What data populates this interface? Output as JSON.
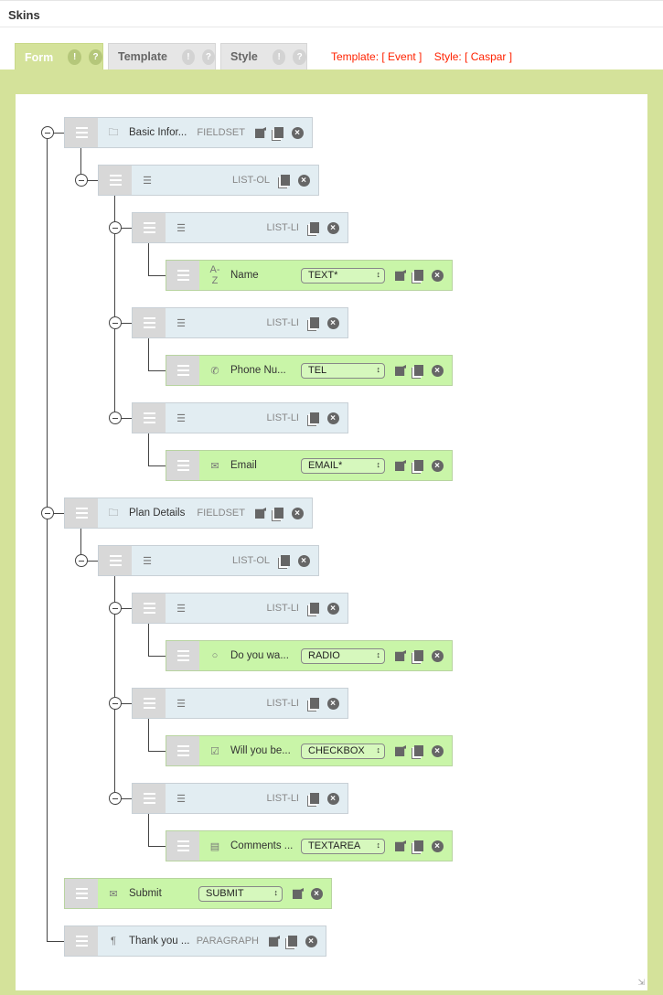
{
  "header": {
    "title": "Skins"
  },
  "tabs": [
    {
      "label": "Form",
      "badges": [
        "!",
        "?"
      ]
    },
    {
      "label": "Template",
      "badges": [
        "!",
        "?"
      ]
    },
    {
      "label": "Style",
      "badges": [
        "!",
        "?"
      ]
    }
  ],
  "info": {
    "template": "Template: [ Event ]",
    "style": "Style: [ Caspar ]"
  },
  "colors": {
    "panel": "#d4e29a",
    "struct_row": "#e2edf2",
    "field_row": "#c9f5a8",
    "info_text": "#ff2200"
  },
  "tree": [
    {
      "kind": "struct",
      "icon": "folder-icon",
      "label": "Basic Infor...",
      "tag": "FIELDSET",
      "actions": [
        "edit",
        "copy",
        "delete"
      ]
    },
    {
      "kind": "struct",
      "icon": "ordered-list-icon",
      "label": "",
      "tag": "LIST-OL",
      "actions": [
        "copy",
        "delete"
      ]
    },
    {
      "kind": "struct",
      "icon": "unordered-list-icon",
      "label": "",
      "tag": "LIST-LI",
      "actions": [
        "copy",
        "delete"
      ]
    },
    {
      "kind": "field",
      "icon": "a-z-icon",
      "label": "Name",
      "select": "TEXT*",
      "actions": [
        "edit",
        "copy",
        "delete"
      ]
    },
    {
      "kind": "struct",
      "icon": "unordered-list-icon",
      "label": "",
      "tag": "LIST-LI",
      "actions": [
        "copy",
        "delete"
      ]
    },
    {
      "kind": "field",
      "icon": "phone-icon",
      "label": "Phone Nu...",
      "select": "TEL",
      "actions": [
        "edit",
        "copy",
        "delete"
      ]
    },
    {
      "kind": "struct",
      "icon": "unordered-list-icon",
      "label": "",
      "tag": "LIST-LI",
      "actions": [
        "copy",
        "delete"
      ]
    },
    {
      "kind": "field",
      "icon": "envelope-icon",
      "label": "Email",
      "select": "EMAIL*",
      "actions": [
        "edit",
        "copy",
        "delete"
      ]
    },
    {
      "kind": "struct",
      "icon": "folder-icon",
      "label": "Plan Details",
      "tag": "FIELDSET",
      "actions": [
        "edit",
        "copy",
        "delete"
      ]
    },
    {
      "kind": "struct",
      "icon": "ordered-list-icon",
      "label": "",
      "tag": "LIST-OL",
      "actions": [
        "copy",
        "delete"
      ]
    },
    {
      "kind": "struct",
      "icon": "unordered-list-icon",
      "label": "",
      "tag": "LIST-LI",
      "actions": [
        "copy",
        "delete"
      ]
    },
    {
      "kind": "field",
      "icon": "radio-icon",
      "label": "Do you wa...",
      "select": "RADIO",
      "actions": [
        "edit",
        "copy",
        "delete"
      ]
    },
    {
      "kind": "struct",
      "icon": "unordered-list-icon",
      "label": "",
      "tag": "LIST-LI",
      "actions": [
        "copy",
        "delete"
      ]
    },
    {
      "kind": "field",
      "icon": "checkbox-icon",
      "label": "Will you be...",
      "select": "CHECKBOX",
      "actions": [
        "edit",
        "copy",
        "delete"
      ]
    },
    {
      "kind": "struct",
      "icon": "unordered-list-icon",
      "label": "",
      "tag": "LIST-LI",
      "actions": [
        "copy",
        "delete"
      ]
    },
    {
      "kind": "field",
      "icon": "textarea-icon",
      "label": "Comments ...",
      "select": "TEXTAREA",
      "actions": [
        "edit",
        "copy",
        "delete"
      ]
    },
    {
      "kind": "field",
      "icon": "envelope-icon",
      "label": "Submit",
      "select": "SUBMIT",
      "actions": [
        "edit",
        "delete"
      ]
    },
    {
      "kind": "struct",
      "icon": "paragraph-icon",
      "label": "Thank you ...",
      "tag": "PARAGRAPH",
      "actions": [
        "edit",
        "copy",
        "delete"
      ]
    }
  ]
}
